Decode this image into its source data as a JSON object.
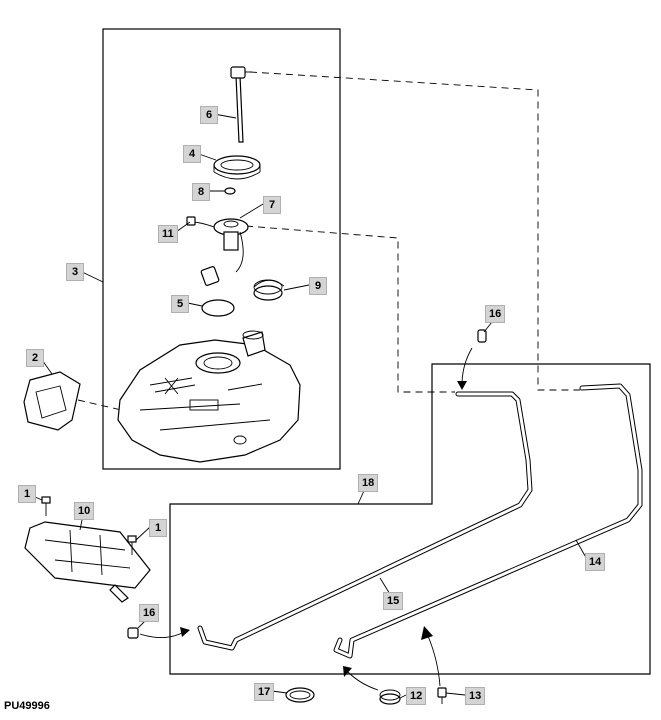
{
  "drawing_code": "PU49996",
  "callouts": {
    "c1a": "1",
    "c1b": "1",
    "c2": "2",
    "c3": "3",
    "c4": "4",
    "c5": "5",
    "c6": "6",
    "c7": "7",
    "c8": "8",
    "c9": "9",
    "c10": "10",
    "c11": "11",
    "c12": "12",
    "c13": "13",
    "c14": "14",
    "c15": "15",
    "c16a": "16",
    "c16b": "16",
    "c17": "17",
    "c18": "18"
  }
}
